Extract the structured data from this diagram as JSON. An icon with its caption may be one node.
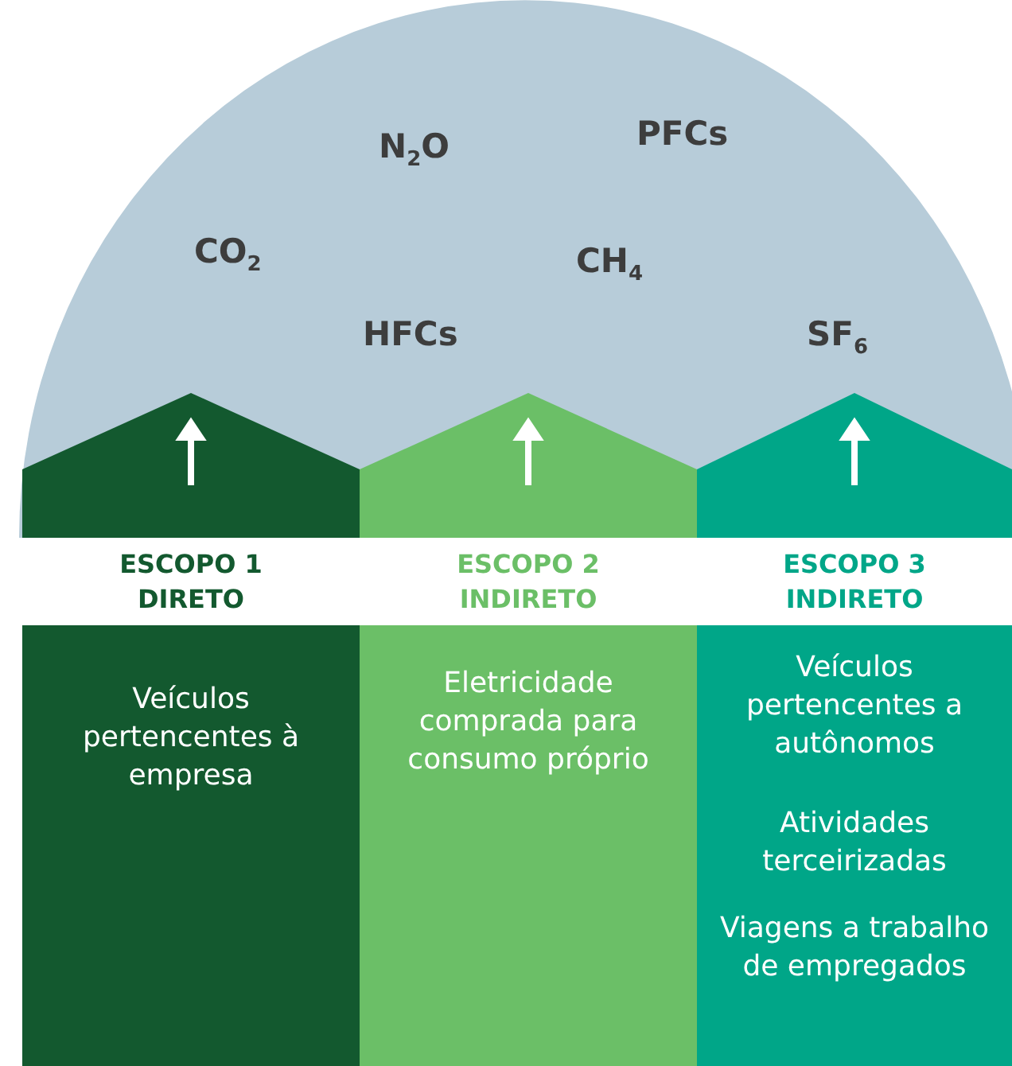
{
  "diagram": {
    "nodes": [
      {
        "text": [
          "ESCOPO 1 DIRETO",
          "Veículos pertencentes à empresa"
        ]
      },
      {
        "text": [
          "ESCOPO 2 INDIRETO",
          "Eletricidade comprada para consumo próprio"
        ]
      },
      {
        "text": [
          "ESCOPO 3 INDIRETO",
          "Veículos pertencentes a autônomos",
          "Atividades terceirizadas",
          "Viagens a trabalho de empregados"
        ]
      }
    ],
    "labels": [
      "N$_{2}$O",
      "PFCs",
      "CO$_{2}$",
      "CH$_{4}$",
      "HFCs",
      "SF$_{6}$"
    ]
  }
}
